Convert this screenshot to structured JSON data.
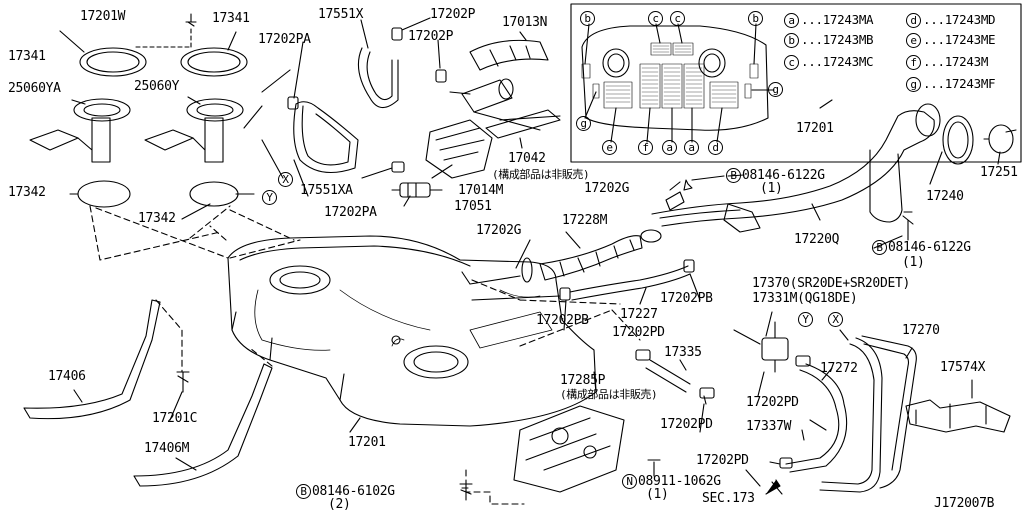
{
  "diagram_code": "J172007B",
  "legend": [
    {
      "key": "a",
      "part": "17243MA"
    },
    {
      "key": "b",
      "part": "17243MB"
    },
    {
      "key": "c",
      "part": "17243MC"
    },
    {
      "key": "d",
      "part": "17243MD"
    },
    {
      "key": "e",
      "part": "17243ME"
    },
    {
      "key": "f",
      "part": "17243M"
    },
    {
      "key": "g",
      "part": "17243MF"
    }
  ],
  "inset_markers": [
    "b",
    "c",
    "c",
    "b",
    "g",
    "g",
    "e",
    "f",
    "a",
    "a",
    "d"
  ],
  "parts": {
    "p17201W": "17201W",
    "p17341a": "17341",
    "p17341b": "17341",
    "p17551X": "17551X",
    "p17202P_a": "17202P",
    "p17202P_b": "17202P",
    "p17013N": "17013N",
    "p17202PA_a": "17202PA",
    "p25060YA": "25060YA",
    "p25060Y": "25060Y",
    "p17342a": "17342",
    "p17342b": "17342",
    "p17551XA": "17551XA",
    "p17202PA_b": "17202PA",
    "p17014M": "17014M",
    "p17051": "17051",
    "p17042": "17042",
    "p17042_note": "(構成部品は非販売)",
    "p17202G_a": "17202G",
    "p17202G_b": "17202G",
    "p17228M": "17228M",
    "p17201_top": "17201",
    "p17240": "17240",
    "p17251": "17251",
    "p17220Q": "17220Q",
    "bolt1_code": "08146-6122G",
    "bolt1_qty": "(1)",
    "bolt2_code": "08146-6122G",
    "bolt2_qty": "(1)",
    "p17370": "17370(SR20DE+SR20DET)",
    "p17331M": "17331M(QG18DE)",
    "p17202PB_a": "17202PB",
    "p17202PB_b": "17202PB",
    "p17227": "17227",
    "p17202PD_a": "17202PD",
    "p17335": "17335",
    "p17285P": "17285P",
    "p17285P_note": "(構成部品は非販売)",
    "p17202PD_b": "17202PD",
    "p17202PD_c": "17202PD",
    "p17202PD_d": "17202PD",
    "p17272": "17272",
    "p17270": "17270",
    "p17574X": "17574X",
    "p17337W": "17337W",
    "p17406": "17406",
    "p17201C": "17201C",
    "p17406M": "17406M",
    "p17201_main": "17201",
    "bolt3_code": "08146-6102G",
    "bolt3_qty": "(2)",
    "nut_code": "08911-1062G",
    "nut_qty": "(1)",
    "sec_ref": "SEC.173",
    "ref_X": "X",
    "ref_Y": "Y",
    "prefix_B": "B",
    "prefix_N": "N"
  }
}
